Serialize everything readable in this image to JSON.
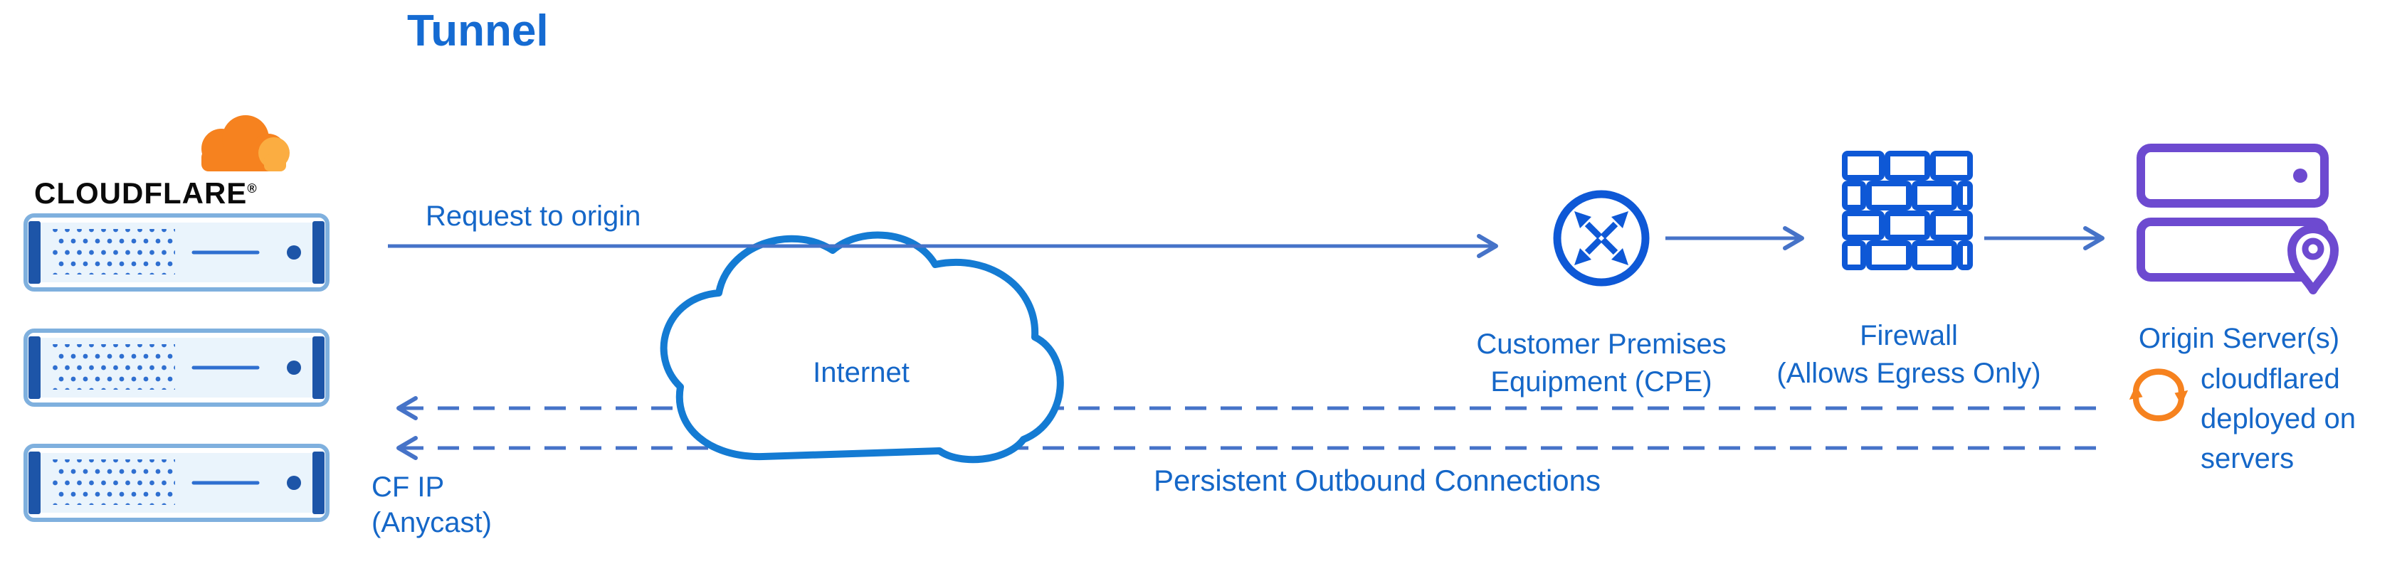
{
  "title": "Tunnel",
  "logo": {
    "brand": "CLOUDFLARE",
    "registered_mark": "®"
  },
  "nodes": {
    "cloudflare_servers": {
      "label_line1": "CF IP",
      "label_line2": "(Anycast)"
    },
    "internet": {
      "label": "Internet"
    },
    "cpe": {
      "label_line1": "Customer Premises",
      "label_line2": "Equipment (CPE)"
    },
    "firewall": {
      "label_line1": "Firewall",
      "label_line2": "(Allows Egress Only)"
    },
    "origin": {
      "label": "Origin Server(s)"
    },
    "cloudflared": {
      "label": "cloudflared deployed on servers"
    }
  },
  "edges": {
    "request": {
      "label": "Request to origin",
      "style": "solid"
    },
    "persistent": {
      "label": "Persistent Outbound Connections",
      "style": "dashed"
    }
  },
  "colors": {
    "text_blue": "#1567C8",
    "title_blue": "#156BD2",
    "line_blue": "#4673C8",
    "icon_blue": "#0E58D6",
    "cloud_blue": "#147BD3",
    "origin_purple": "#6D4AD0",
    "cloudflare_orange": "#F6821F",
    "cloudflare_orange_light": "#FBAD41",
    "server_edge_blue": "#1D55A8",
    "server_dot_blue": "#2F6FD0"
  }
}
